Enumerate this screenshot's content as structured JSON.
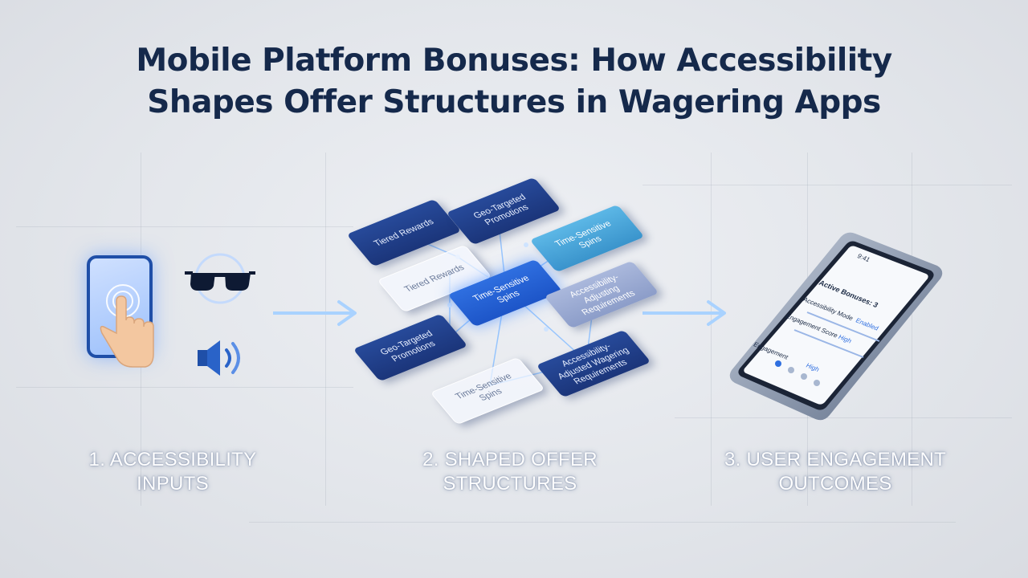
{
  "title": {
    "line1": "Mobile Platform Bonuses: How Accessibility",
    "line2": "Shapes Offer Structures in Wagering Apps"
  },
  "stages": [
    {
      "line1": "1. ACCESSIBILITY",
      "line2": "INPUTS"
    },
    {
      "line1": "2. SHAPED OFFER",
      "line2": "STRUCTURES"
    },
    {
      "line1": "3. USER ENGAGEMENT",
      "line2": "OUTCOMES"
    }
  ],
  "input_icons": [
    "touch-screen-icon",
    "glasses-icon",
    "speaker-icon"
  ],
  "offer_cards": [
    {
      "text": "Tiered Rewards",
      "style": "dark"
    },
    {
      "text": "Geo-Targeted Promotions",
      "style": "dark"
    },
    {
      "text": "Time-Sensitive Spins",
      "style": "teal"
    },
    {
      "text": "Tiered Rewards",
      "style": "glass"
    },
    {
      "text": "Time-Sensitive Spins",
      "style": "bright"
    },
    {
      "text": "Accessibility-Adjusting Requirements",
      "style": "lav"
    },
    {
      "text": "Geo-Targeted Promotions",
      "style": "dark"
    },
    {
      "text": "Time-Sensitive Spins",
      "style": "glass"
    },
    {
      "text": "Accessibility-Adjusted Wagering Requirements",
      "style": "dark"
    }
  ],
  "phone_screen": {
    "status": "9:41",
    "header": "Active Bonuses: 3",
    "rows": [
      {
        "label": "Accessibility Mode",
        "value": "Enabled"
      },
      {
        "label": "Engagement Score",
        "value": "High"
      },
      {
        "label": "Engagement",
        "value": "High"
      }
    ]
  },
  "colors": {
    "title": "#15294b",
    "accent": "#2f6fe0",
    "glow": "#7fb4ff"
  }
}
